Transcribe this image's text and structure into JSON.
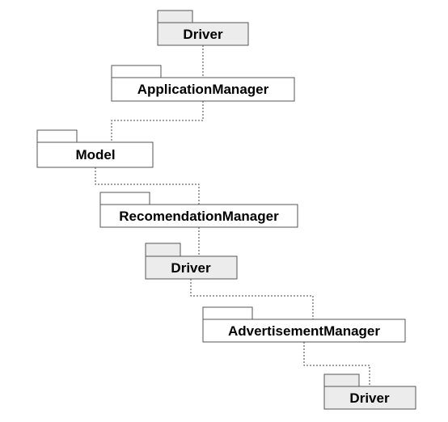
{
  "colors": {
    "shaded_fill": "#ececec",
    "plain_fill": "#ffffff",
    "border": "#555555",
    "connector": "#444444",
    "text": "#000000"
  },
  "packages": [
    {
      "id": "driver-1",
      "label": "Driver",
      "shaded": true
    },
    {
      "id": "application-manager",
      "label": "ApplicationManager",
      "shaded": false
    },
    {
      "id": "model",
      "label": "Model",
      "shaded": false
    },
    {
      "id": "recomendation-manager",
      "label": "RecomendationManager",
      "shaded": false
    },
    {
      "id": "driver-2",
      "label": "Driver",
      "shaded": true
    },
    {
      "id": "advertisement-manager",
      "label": "AdvertisementManager",
      "shaded": false
    },
    {
      "id": "driver-3",
      "label": "Driver",
      "shaded": true
    }
  ],
  "connectors": [
    {
      "from": "driver-1",
      "to": "application-manager",
      "style": "dotted"
    },
    {
      "from": "application-manager",
      "to": "model",
      "style": "dotted"
    },
    {
      "from": "model",
      "to": "recomendation-manager",
      "style": "dotted"
    },
    {
      "from": "recomendation-manager",
      "to": "driver-2",
      "style": "dotted"
    },
    {
      "from": "driver-2",
      "to": "advertisement-manager",
      "style": "dotted"
    },
    {
      "from": "advertisement-manager",
      "to": "driver-3",
      "style": "dotted"
    }
  ]
}
